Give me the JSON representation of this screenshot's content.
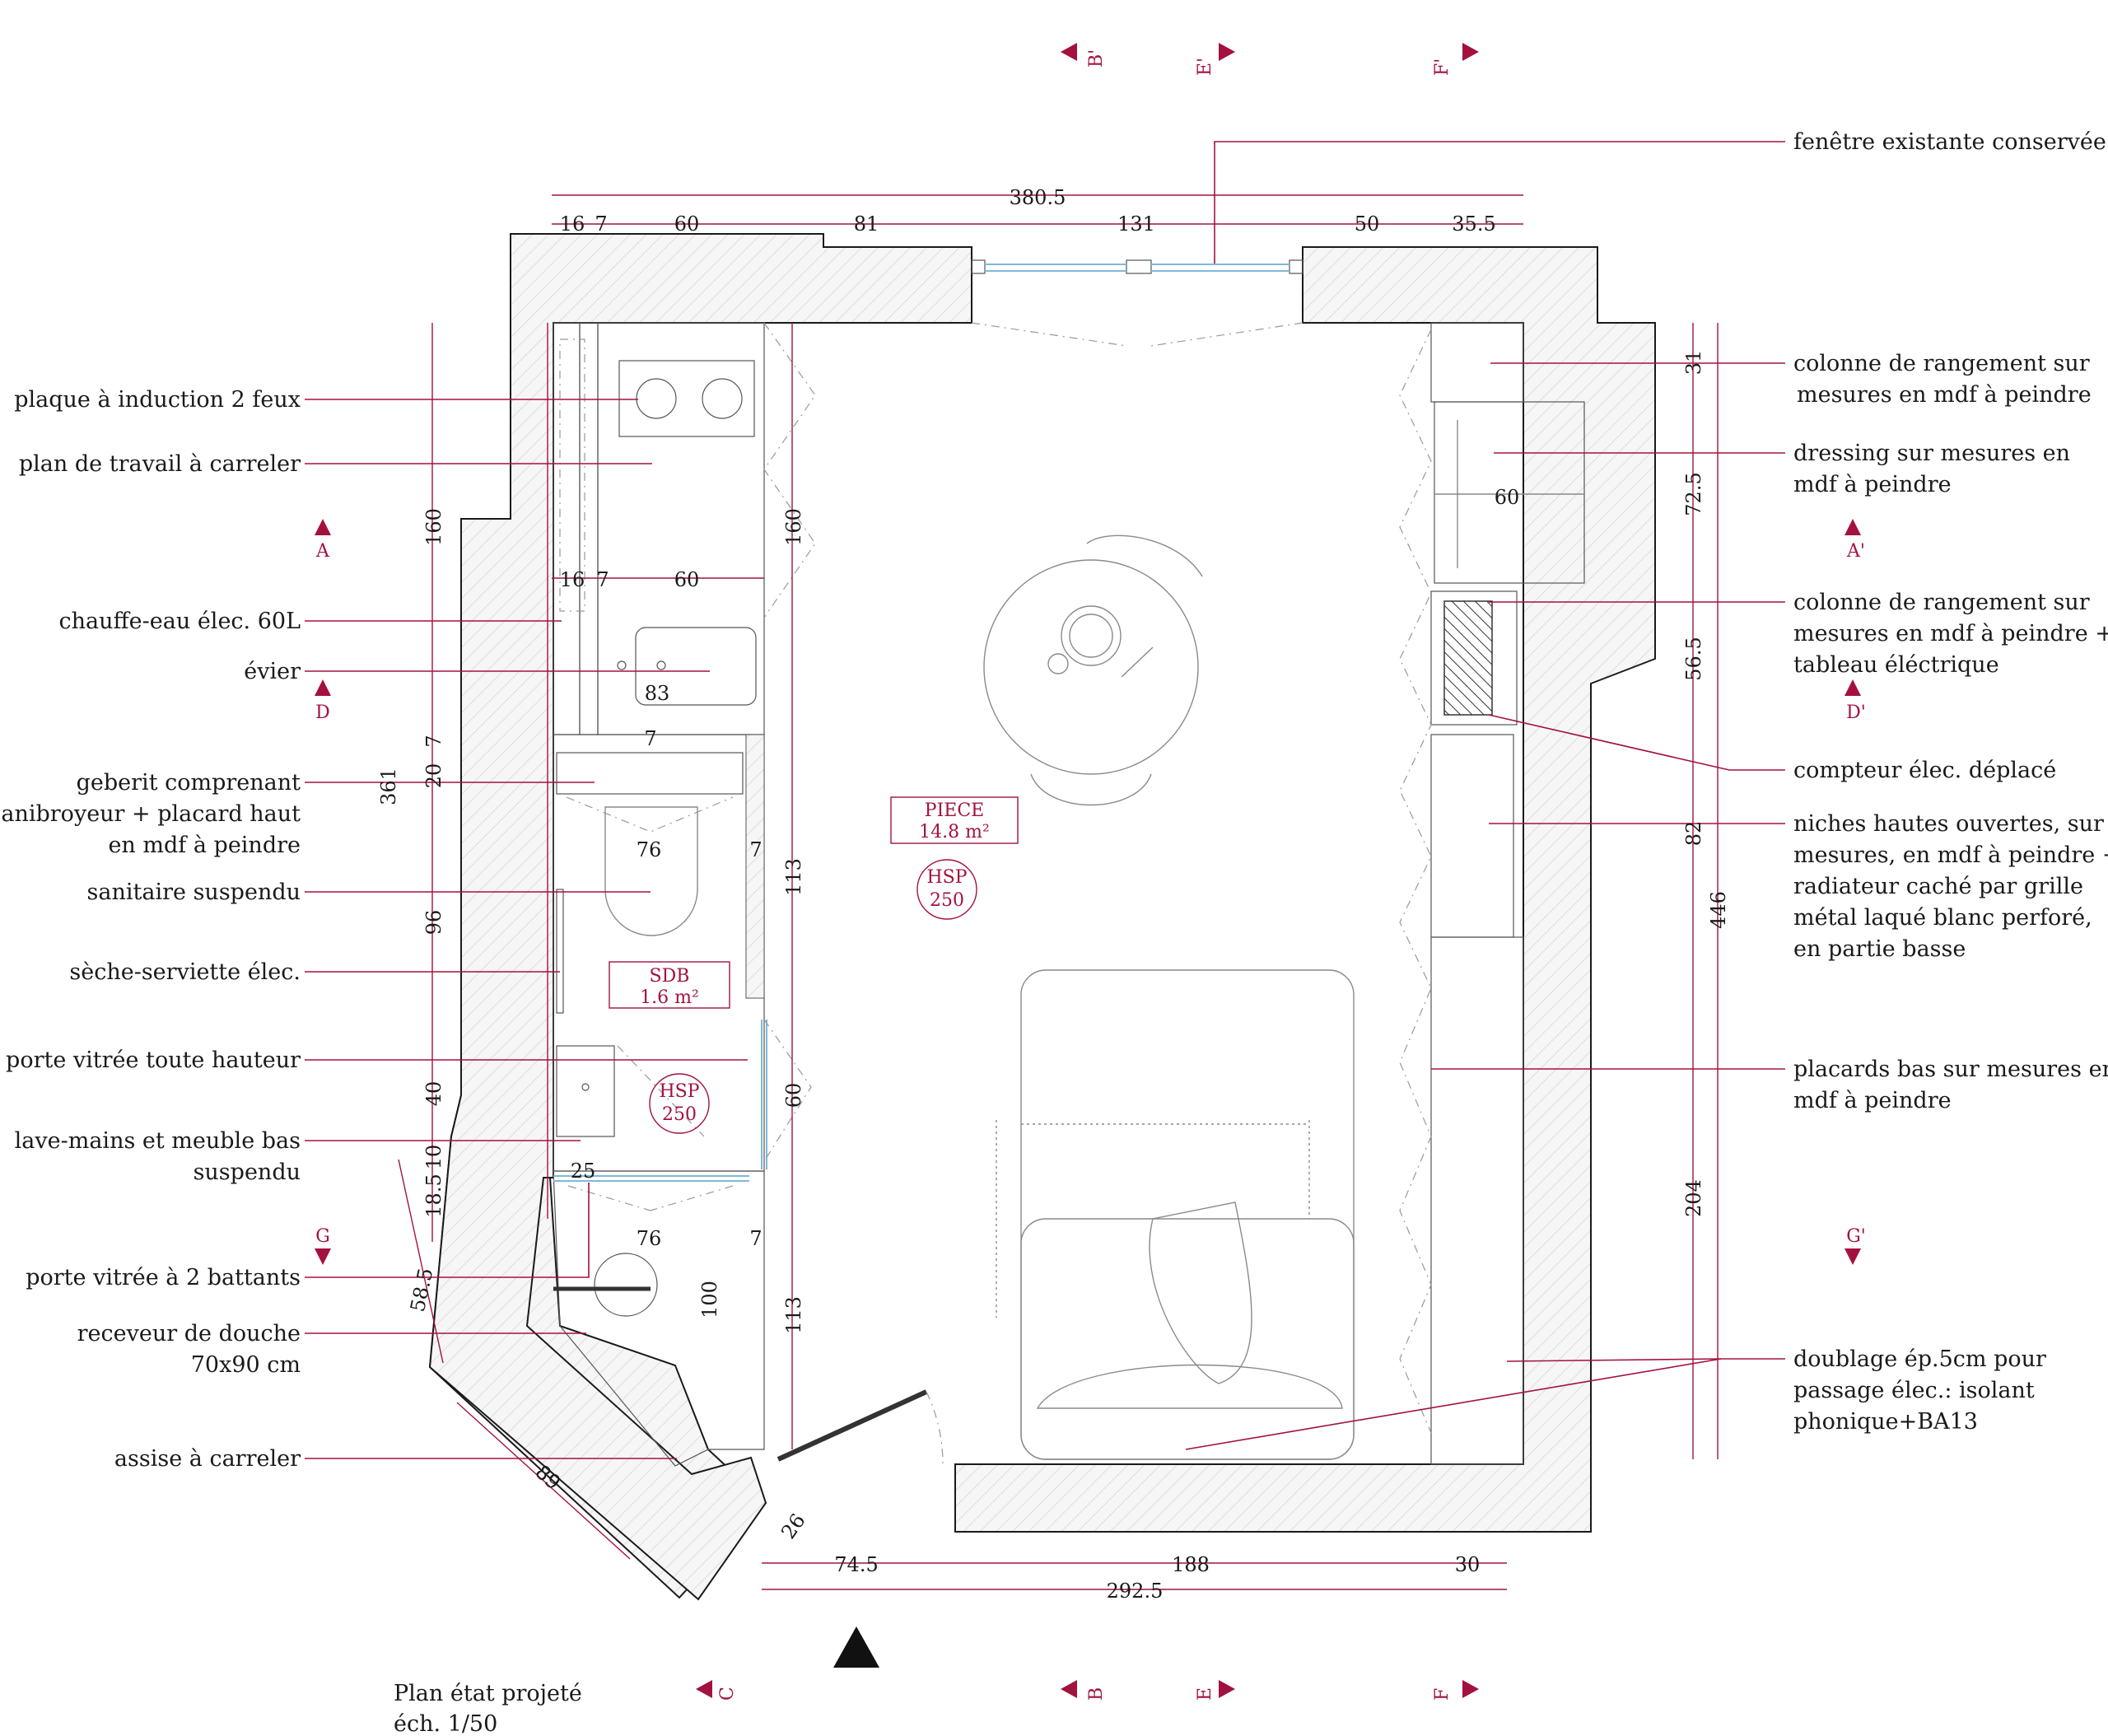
{
  "plan": {
    "title": "Plan état projeté",
    "scale": "éch. 1/50"
  },
  "rooms": [
    {
      "name": "PIECE",
      "area": "14.8 m²",
      "hsp_label": "HSP",
      "hsp_value": "250"
    },
    {
      "name": "SDB",
      "area": "1.6 m²",
      "hsp_label": "HSP",
      "hsp_value": "250"
    }
  ],
  "labels_left": [
    {
      "text": "plaque à induction 2 feux"
    },
    {
      "text": "plan de travail à carreler"
    },
    {
      "text": "chauffe-eau élec. 60L"
    },
    {
      "text": "évier"
    },
    {
      "text": "geberit comprenant"
    },
    {
      "text": "sanibroyeur + placard haut"
    },
    {
      "text": "en mdf à peindre"
    },
    {
      "text": "sanitaire suspendu"
    },
    {
      "text": "sèche-serviette élec."
    },
    {
      "text": "porte vitrée toute hauteur"
    },
    {
      "text": "lave-mains et meuble bas"
    },
    {
      "text": "suspendu"
    },
    {
      "text": "porte vitrée à 2 battants"
    },
    {
      "text": "receveur de douche"
    },
    {
      "text": "70x90 cm"
    },
    {
      "text": "assise à carreler"
    }
  ],
  "labels_right": [
    {
      "text": "fenêtre existante conservée"
    },
    {
      "text": "colonne de rangement sur"
    },
    {
      "text": "mesures en mdf à peindre"
    },
    {
      "text": "dressing sur mesures en"
    },
    {
      "text": "mdf à peindre"
    },
    {
      "text": "colonne de rangement sur"
    },
    {
      "text": "mesures en mdf à peindre +"
    },
    {
      "text": "tableau éléctrique"
    },
    {
      "text": "compteur élec. déplacé"
    },
    {
      "text": "niches hautes ouvertes, sur"
    },
    {
      "text": "mesures, en mdf à peindre +"
    },
    {
      "text": "radiateur caché par grille"
    },
    {
      "text": "métal laqué blanc perforé,"
    },
    {
      "text": "en partie basse"
    },
    {
      "text": "placards bas sur mesures en"
    },
    {
      "text": "mdf à peindre"
    },
    {
      "text": "doublage ép.5cm pour"
    },
    {
      "text": "passage élec.: isolant"
    },
    {
      "text": "phonique+BA13"
    }
  ],
  "dimensions": {
    "top_total": "380.5",
    "top": [
      "16",
      "7",
      "60",
      "81",
      "131",
      "50",
      "35.5"
    ],
    "kitchen_mid": [
      "16",
      "7",
      "60"
    ],
    "sink": "83",
    "sink_sep": "7",
    "wc_w": "76",
    "wc_sep": "7",
    "door": "25",
    "shower_w": "76",
    "shower_sep": "7",
    "shower_h": "100",
    "left_chain": [
      "160",
      "7",
      "20",
      "96",
      "40",
      "10",
      "18.5"
    ],
    "left_total": "361",
    "diag_a": "58.5",
    "diag_b": "89",
    "diag_c": "26",
    "corr": [
      "160",
      "113",
      "60",
      "113"
    ],
    "right_chain": [
      "31",
      "72.5",
      "56.5",
      "82",
      "204"
    ],
    "right_total": "446",
    "dressing": "60",
    "bottom": [
      "74.5",
      "188",
      "30"
    ],
    "bottom_total": "292.5"
  },
  "sections": {
    "A": "A",
    "A2": "A'",
    "D": "D",
    "D2": "D'",
    "G": "G",
    "G2": "G'",
    "B": "B",
    "B2": "B'",
    "E": "E",
    "E2": "E'",
    "F": "F",
    "F2": "F'",
    "C": "C"
  },
  "colors": {
    "accent": "#a3123f",
    "ink": "#1a1a1a",
    "glass": "#7fb8d9"
  }
}
